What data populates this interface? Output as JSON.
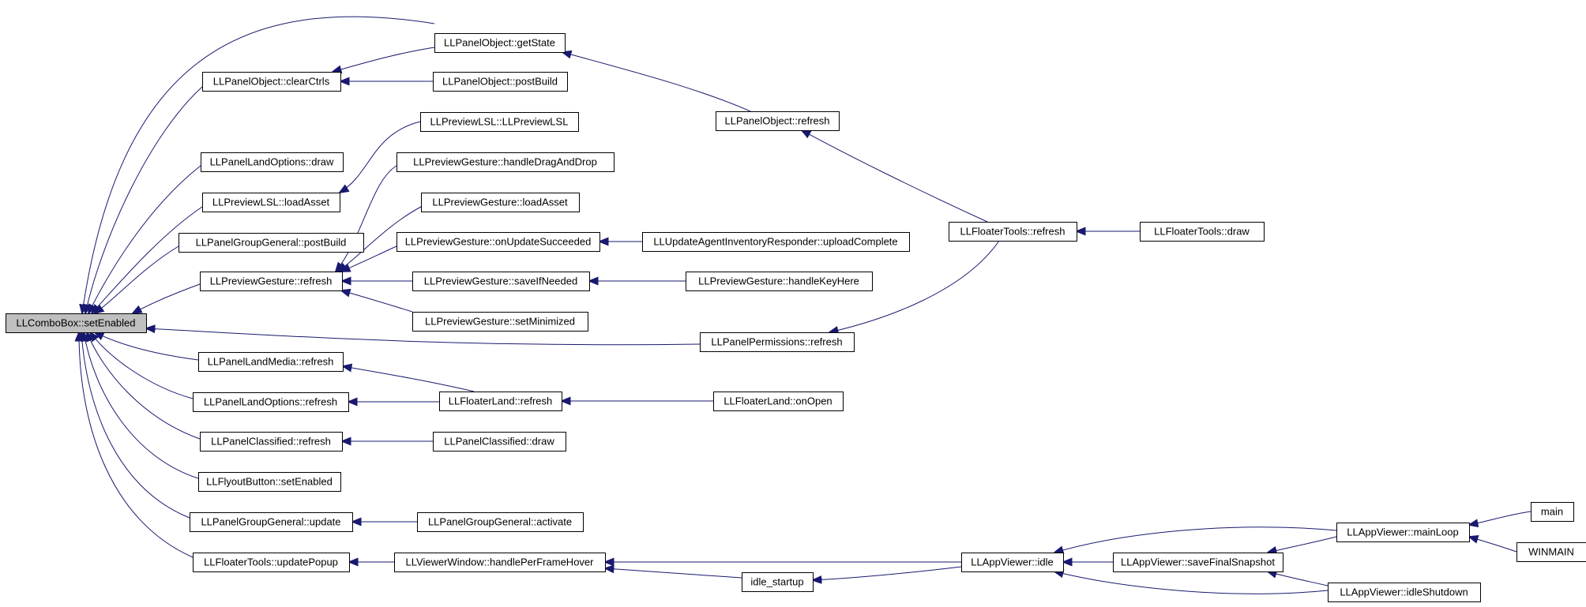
{
  "graph": {
    "root": "n_root",
    "colors": {
      "edge": "#191970",
      "node_border": "#000000",
      "node_fill": "#ffffff",
      "root_fill": "#bfbfbf"
    },
    "nodes": [
      {
        "id": "n_root",
        "label": "LLComboBox::setEnabled"
      },
      {
        "id": "n_pogetstate",
        "label": "LLPanelObject::getState"
      },
      {
        "id": "n_poclear",
        "label": "LLPanelObject::clearCtrls"
      },
      {
        "id": "n_popostbuild",
        "label": "LLPanelObject::postBuild"
      },
      {
        "id": "n_porefresh",
        "label": "LLPanelObject::refresh"
      },
      {
        "id": "n_ploptdraw",
        "label": "LLPanelLandOptions::draw"
      },
      {
        "id": "n_plslctor",
        "label": "LLPreviewLSL::LLPreviewLSL"
      },
      {
        "id": "n_plslload",
        "label": "LLPreviewLSL::loadAsset"
      },
      {
        "id": "n_pgdrag",
        "label": "LLPreviewGesture::handleDragAndDrop"
      },
      {
        "id": "n_pgload",
        "label": "LLPreviewGesture::loadAsset"
      },
      {
        "id": "n_pggpost",
        "label": "LLPanelGroupGeneral::postBuild"
      },
      {
        "id": "n_pgupd",
        "label": "LLPreviewGesture::onUpdateSucceeded"
      },
      {
        "id": "n_uair",
        "label": "LLUpdateAgentInventoryResponder::uploadComplete"
      },
      {
        "id": "n_ftrefresh",
        "label": "LLFloaterTools::refresh"
      },
      {
        "id": "n_ftdraw",
        "label": "LLFloaterTools::draw"
      },
      {
        "id": "n_pgrefresh",
        "label": "LLPreviewGesture::refresh"
      },
      {
        "id": "n_pgsave",
        "label": "LLPreviewGesture::saveIfNeeded"
      },
      {
        "id": "n_pgkey",
        "label": "LLPreviewGesture::handleKeyHere"
      },
      {
        "id": "n_pgmin",
        "label": "LLPreviewGesture::setMinimized"
      },
      {
        "id": "n_pprefresh",
        "label": "LLPanelPermissions::refresh"
      },
      {
        "id": "n_plmrefresh",
        "label": "LLPanelLandMedia::refresh"
      },
      {
        "id": "n_ploptrefresh",
        "label": "LLPanelLandOptions::refresh"
      },
      {
        "id": "n_flrefresh",
        "label": "LLFloaterLand::refresh"
      },
      {
        "id": "n_flopen",
        "label": "LLFloaterLand::onOpen"
      },
      {
        "id": "n_pcrefresh",
        "label": "LLPanelClassified::refresh"
      },
      {
        "id": "n_pcdraw",
        "label": "LLPanelClassified::draw"
      },
      {
        "id": "n_fbset",
        "label": "LLFlyoutButton::setEnabled"
      },
      {
        "id": "n_pggupdate",
        "label": "LLPanelGroupGeneral::update"
      },
      {
        "id": "n_pggact",
        "label": "LLPanelGroupGeneral::activate"
      },
      {
        "id": "n_ftpopup",
        "label": "LLFloaterTools::updatePopup"
      },
      {
        "id": "n_vwhover",
        "label": "LLViewerWindow::handlePerFrameHover"
      },
      {
        "id": "n_avidle",
        "label": "LLAppViewer::idle"
      },
      {
        "id": "n_avsave",
        "label": "LLAppViewer::saveFinalSnapshot"
      },
      {
        "id": "n_avmain",
        "label": "LLAppViewer::mainLoop"
      },
      {
        "id": "n_main",
        "label": "main"
      },
      {
        "id": "n_winmain",
        "label": "WINMAIN"
      },
      {
        "id": "n_idlestartup",
        "label": "idle_startup"
      },
      {
        "id": "n_avshut",
        "label": "LLAppViewer::idleShutdown"
      }
    ],
    "edges": [
      {
        "from": "n_pogetstate",
        "to": "n_root"
      },
      {
        "from": "n_poclear",
        "to": "n_root"
      },
      {
        "from": "n_ploptdraw",
        "to": "n_root"
      },
      {
        "from": "n_plslload",
        "to": "n_root"
      },
      {
        "from": "n_pggpost",
        "to": "n_root"
      },
      {
        "from": "n_pgrefresh",
        "to": "n_root"
      },
      {
        "from": "n_pprefresh",
        "to": "n_root"
      },
      {
        "from": "n_plmrefresh",
        "to": "n_root"
      },
      {
        "from": "n_ploptrefresh",
        "to": "n_root"
      },
      {
        "from": "n_pcrefresh",
        "to": "n_root"
      },
      {
        "from": "n_fbset",
        "to": "n_root"
      },
      {
        "from": "n_pggupdate",
        "to": "n_root"
      },
      {
        "from": "n_ftpopup",
        "to": "n_root"
      },
      {
        "from": "n_pogetstate",
        "to": "n_poclear"
      },
      {
        "from": "n_popostbuild",
        "to": "n_poclear"
      },
      {
        "from": "n_porefresh",
        "to": "n_pogetstate"
      },
      {
        "from": "n_ftrefresh",
        "to": "n_porefresh"
      },
      {
        "from": "n_ftdraw",
        "to": "n_ftrefresh"
      },
      {
        "from": "n_plslctor",
        "to": "n_plslload"
      },
      {
        "from": "n_pgdrag",
        "to": "n_pgrefresh"
      },
      {
        "from": "n_pgload",
        "to": "n_pgrefresh"
      },
      {
        "from": "n_pgupd",
        "to": "n_pgrefresh"
      },
      {
        "from": "n_pgsave",
        "to": "n_pgrefresh"
      },
      {
        "from": "n_pgmin",
        "to": "n_pgrefresh"
      },
      {
        "from": "n_uair",
        "to": "n_pgupd"
      },
      {
        "from": "n_pgkey",
        "to": "n_pgsave"
      },
      {
        "from": "n_ftrefresh",
        "to": "n_pprefresh"
      },
      {
        "from": "n_flrefresh",
        "to": "n_plmrefresh"
      },
      {
        "from": "n_flrefresh",
        "to": "n_ploptrefresh"
      },
      {
        "from": "n_flopen",
        "to": "n_flrefresh"
      },
      {
        "from": "n_pcdraw",
        "to": "n_pcrefresh"
      },
      {
        "from": "n_pggact",
        "to": "n_pggupdate"
      },
      {
        "from": "n_vwhover",
        "to": "n_ftpopup"
      },
      {
        "from": "n_avidle",
        "to": "n_vwhover"
      },
      {
        "from": "n_idlestartup",
        "to": "n_vwhover"
      },
      {
        "from": "n_avidle",
        "to": "n_idlestartup"
      },
      {
        "from": "n_avmain",
        "to": "n_avidle"
      },
      {
        "from": "n_avsave",
        "to": "n_avidle"
      },
      {
        "from": "n_avshut",
        "to": "n_avidle"
      },
      {
        "from": "n_main",
        "to": "n_avmain"
      },
      {
        "from": "n_winmain",
        "to": "n_avmain"
      },
      {
        "from": "n_avmain",
        "to": "n_avsave"
      },
      {
        "from": "n_avshut",
        "to": "n_avsave"
      }
    ]
  }
}
